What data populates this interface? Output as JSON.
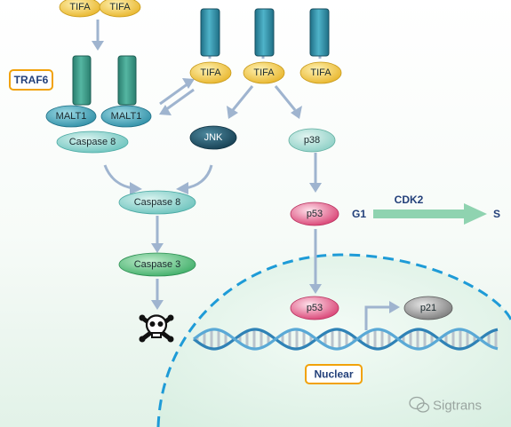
{
  "labels": {
    "tifa_top_1": "TIFA",
    "tifa_top_2": "TIFA",
    "traf6": "TRAF6",
    "malt1_left": "MALT1",
    "malt1_right": "MALT1",
    "caspase8_upper": "Caspase 8",
    "tifa_row_1": "TIFA",
    "tifa_row_2": "TIFA",
    "tifa_row_3": "TIFA",
    "jnk": "JNK",
    "p38": "p38",
    "caspase8_lower": "Caspase 8",
    "caspase3": "Caspase 3",
    "p53_upper": "p53",
    "g1": "G1",
    "cdk2": "CDK2",
    "s_phase": "S",
    "p53_lower": "p53",
    "p21": "p21",
    "nuclear": "Nuclear",
    "watermark": "Sigtrans"
  },
  "icons": {
    "death": "skull-crossbones-icon",
    "watermark": "wechat-icon"
  },
  "colors": {
    "tifa_fill": "#f2cb4c",
    "receptor_fill": "#2f8fa6",
    "malt1_fill": "#4fa9bd",
    "caspase8_fill": "#8ed2cf",
    "jnk_fill": "#1f4e63",
    "p38_fill": "#a8dbd4",
    "caspase3_fill": "#5fc083",
    "p53_fill": "#e04f80",
    "p21_fill": "#8c8c8c",
    "arrow": "#9fb4cf",
    "cdk2_arrow": "#8fd3b0",
    "nucleus_border": "#1e9bd7",
    "traf6_border": "#f1a20a",
    "dna_strand": "#2f82b6"
  }
}
